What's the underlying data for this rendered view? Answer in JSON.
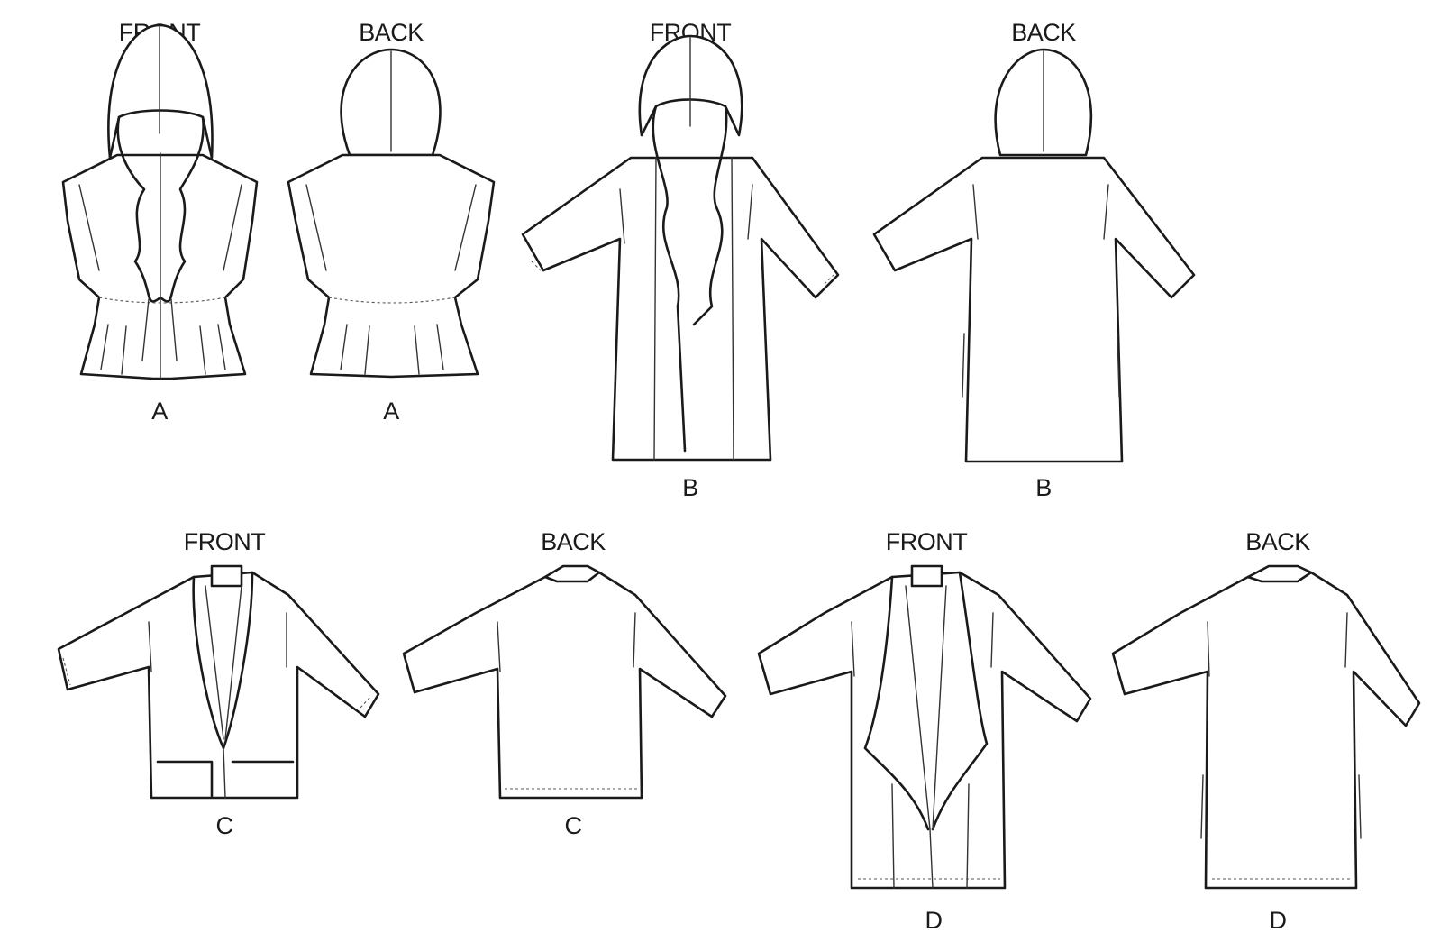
{
  "views": [
    {
      "view": "FRONT",
      "variant": "A"
    },
    {
      "view": "BACK",
      "variant": "A"
    },
    {
      "view": "FRONT",
      "variant": "B"
    },
    {
      "view": "BACK",
      "variant": "B"
    },
    {
      "view": "FRONT",
      "variant": "C"
    },
    {
      "view": "BACK",
      "variant": "C"
    },
    {
      "view": "FRONT",
      "variant": "D"
    },
    {
      "view": "BACK",
      "variant": "D"
    }
  ],
  "colors": {
    "line": "#1a1a1a",
    "background": "#ffffff"
  }
}
